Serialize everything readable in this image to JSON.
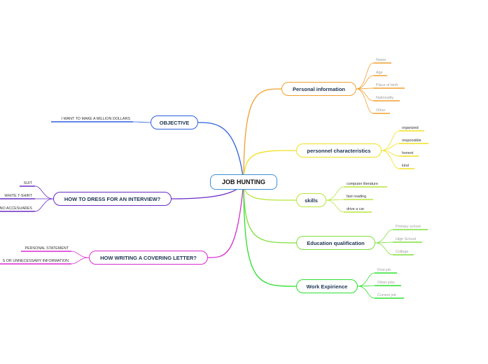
{
  "center": {
    "label": "JOB HUNTING",
    "color": "#3b8fd8"
  },
  "branches": [
    {
      "key": "objective",
      "label": "OBJECTIVE",
      "color": "#2f5fe0",
      "side": "left",
      "leaves": [
        {
          "label": "I WANT TO MAKE A MILLION DOLLARS",
          "text_color": "#333333"
        }
      ]
    },
    {
      "key": "dress",
      "label": "HOW TO DRESS FOR AN INTERVIEW?",
      "color": "#6a2bc4",
      "side": "left",
      "leaves": [
        {
          "label": "SUIT",
          "text_color": "#333333"
        },
        {
          "label": "WHITE T-SHIRT",
          "text_color": "#333333"
        },
        {
          "label": "NO ACCESUARES",
          "text_color": "#333333"
        }
      ]
    },
    {
      "key": "letter",
      "label": "HOW WRITING A COVERING LETTER?",
      "color": "#d82cd0",
      "side": "left",
      "leaves": [
        {
          "label": "PERSONAL STATEMENT",
          "text_color": "#333333"
        },
        {
          "label": "S OR UNNECESSARY INFORMATION",
          "text_color": "#333333"
        }
      ]
    },
    {
      "key": "personal",
      "label": "Personal information",
      "color": "#f0a030",
      "side": "right",
      "leaves": [
        {
          "label": "Name",
          "text_color": "#a0a0a0"
        },
        {
          "label": "Age",
          "text_color": "#a0a0a0"
        },
        {
          "label": "Place of birth",
          "text_color": "#a0a0a0"
        },
        {
          "label": "Nationality",
          "text_color": "#a0a0a0"
        },
        {
          "label": "Other",
          "text_color": "#a0a0a0"
        }
      ]
    },
    {
      "key": "characteristics",
      "label": "personnel characteristics",
      "color": "#f2e020",
      "side": "right",
      "leaves": [
        {
          "label": "organized",
          "text_color": "#333333"
        },
        {
          "label": "responsible",
          "text_color": "#333333"
        },
        {
          "label": "honest",
          "text_color": "#333333"
        },
        {
          "label": "kind",
          "text_color": "#333333"
        }
      ]
    },
    {
      "key": "skills",
      "label": "skills",
      "color": "#b8e63c",
      "side": "right",
      "leaves": [
        {
          "label": "computer literature",
          "text_color": "#333333"
        },
        {
          "label": "fast reading",
          "text_color": "#333333"
        },
        {
          "label": "drive a car",
          "text_color": "#333333"
        }
      ]
    },
    {
      "key": "education",
      "label": "Education qualification",
      "color": "#7ee03c",
      "side": "right",
      "leaves": [
        {
          "label": "Primary school",
          "text_color": "#a0a0a0"
        },
        {
          "label": "High School",
          "text_color": "#a0a0a0"
        },
        {
          "label": "College",
          "text_color": "#a0a0a0"
        }
      ]
    },
    {
      "key": "work",
      "label": "Work Expirience",
      "color": "#2de02d",
      "side": "right",
      "leaves": [
        {
          "label": "First job",
          "text_color": "#a0a0a0"
        },
        {
          "label": "Other jobs",
          "text_color": "#a0a0a0"
        },
        {
          "label": "Current job",
          "text_color": "#a0a0a0"
        }
      ]
    }
  ]
}
